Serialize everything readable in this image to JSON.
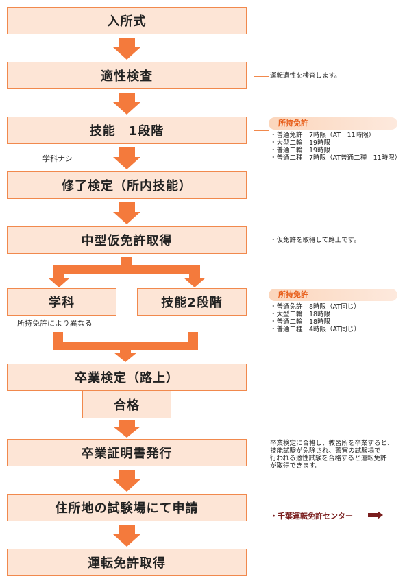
{
  "steps": {
    "entrance": "入所式",
    "aptitude": "適性検査",
    "skill1": "技能　1段階",
    "completion": "修了検定（所内技能）",
    "provisional": "中型仮免許取得",
    "academic": "学科",
    "skill2": "技能2段階",
    "graduation_exam": "卒業検定（路上）",
    "pass": "合格",
    "certificate": "卒業証明書発行",
    "apply": "住所地の試験場にて申請",
    "license": "運転免許取得"
  },
  "side_labels": {
    "no_academic": "学科ナシ",
    "varies": "所持免許により異なる"
  },
  "notes": {
    "aptitude": "運転適性を検査します。",
    "provisional": "・仮免許を取得して路上です。",
    "certificate": [
      "卒業検定に合格し、教習所を卒業すると、",
      "技能試験が免除され、警察の試験場で",
      "行われる適性試験を合格すると運転免許",
      "が取得できます。"
    ],
    "center": "・千葉運転免許センター"
  },
  "license_held_1": {
    "tag": "所持免許",
    "lines": [
      "・普通免許　7時限（AT　11時限）",
      "・大型二輪　19時限",
      "・普通二輪　19時限",
      "・普通二種　7時限（AT普通二種　11時限）"
    ]
  },
  "license_held_2": {
    "tag": "所持免許",
    "lines": [
      "・普通免許　8時限（AT同じ）",
      "・大型二輪　18時限",
      "・普通二輪　18時限",
      "・普通二種　4時限（AT同じ）"
    ]
  },
  "colors": {
    "box_fill": "#fde5d6",
    "box_border": "#f1894d",
    "arrow": "#f47a3c",
    "tag_text": "#e8601c",
    "center_link": "#7a1e1e"
  }
}
